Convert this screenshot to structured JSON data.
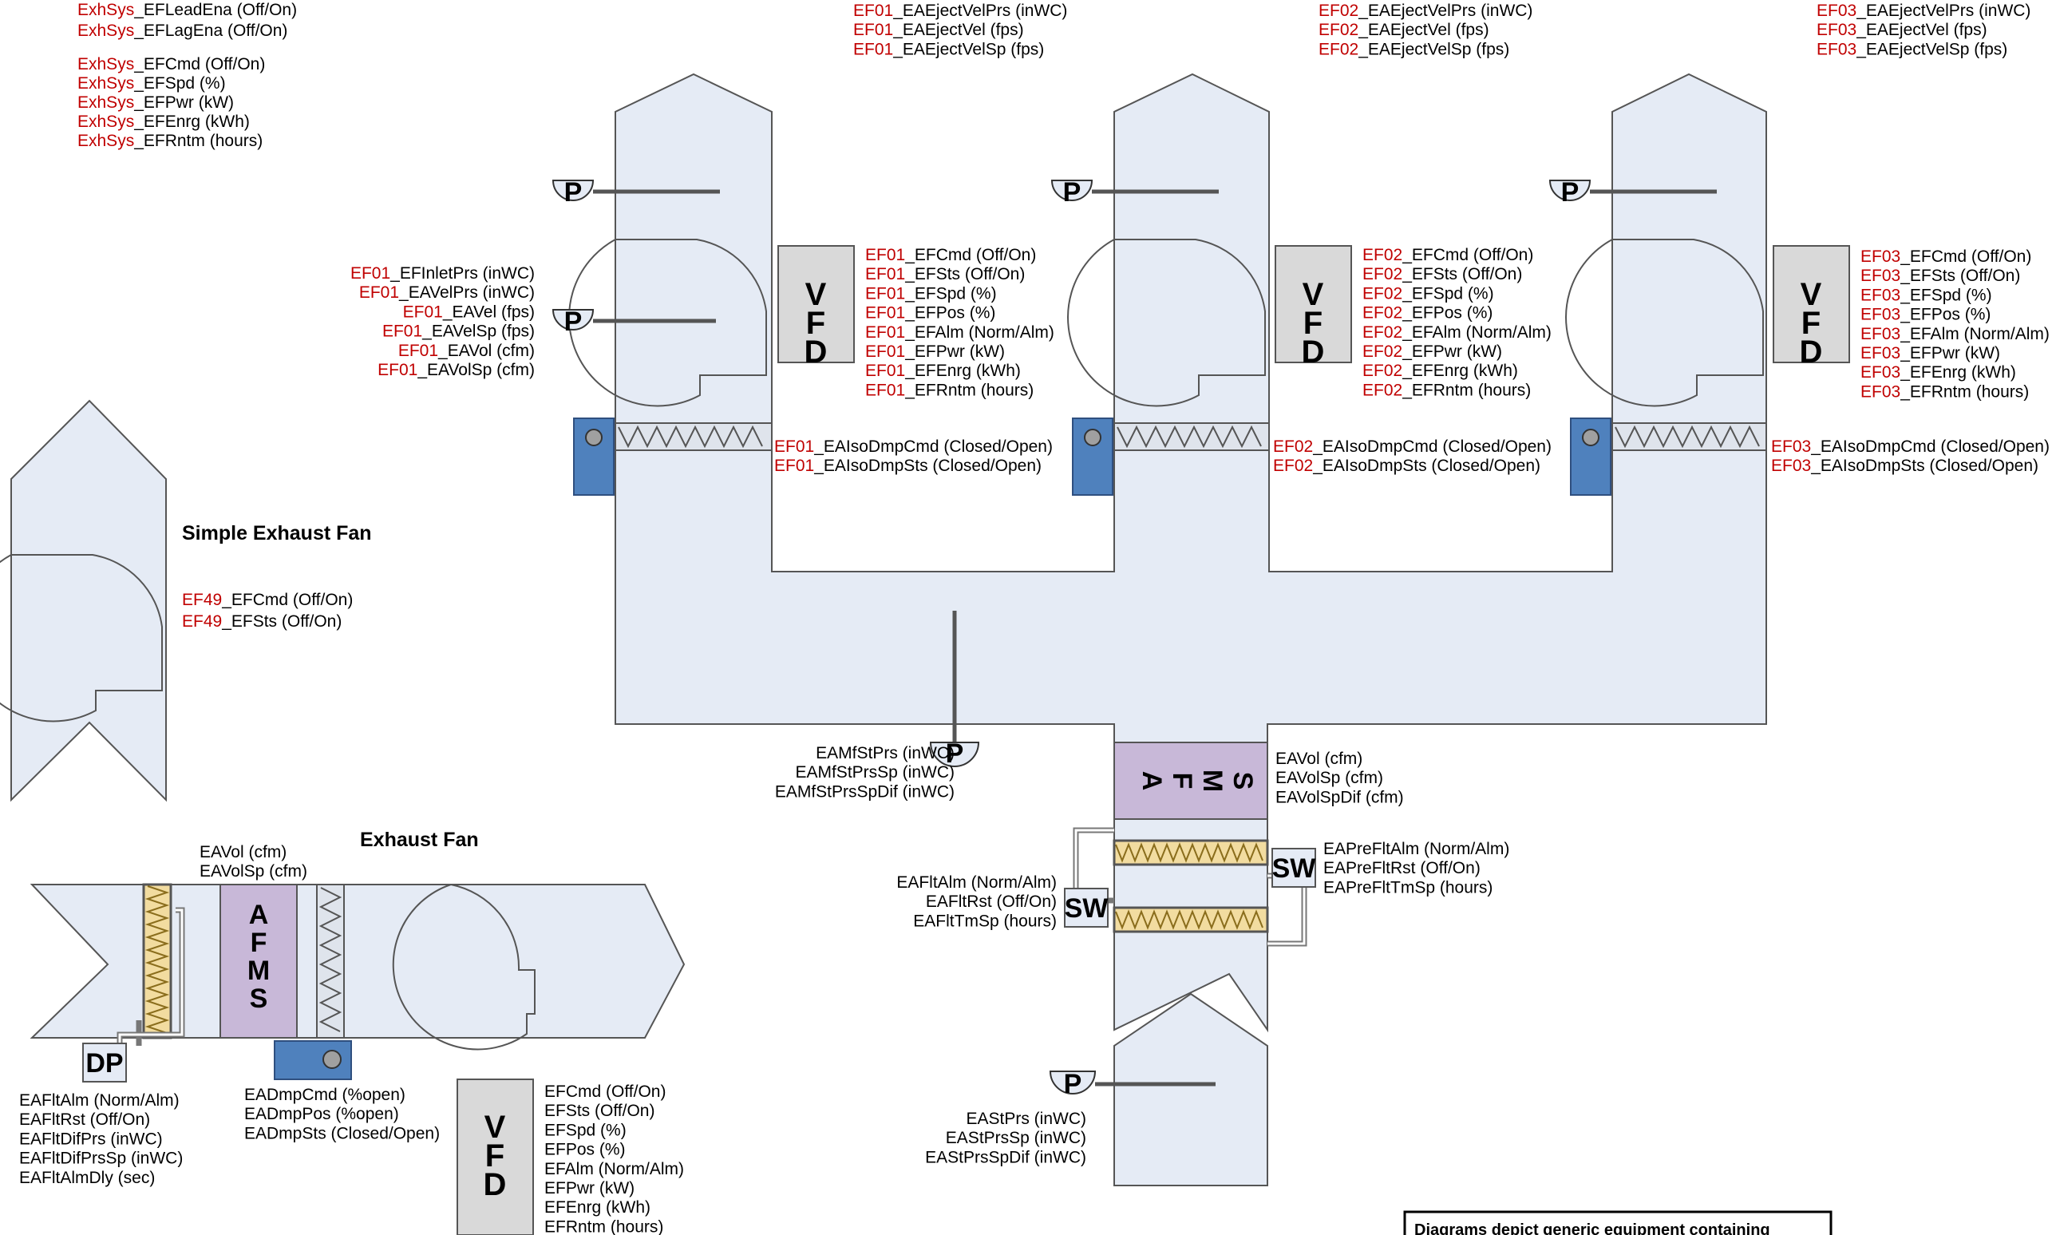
{
  "colors": {
    "duct_fill": "#e5ebf5",
    "point_prefix": "#c00000",
    "point_text": "#000000",
    "vfd_fill": "#d9d9d9",
    "afms_fill": "#c8b8d8",
    "damper_actuator": "#4f81bd",
    "filter_fill": "#f2dca0"
  },
  "header_points": [
    {
      "prefix": "ExhSys",
      "suffix": "_EFLeadEna (Off/On)"
    },
    {
      "prefix": "ExhSys",
      "suffix": "_EFLagEna (Off/On)"
    },
    {
      "prefix": "ExhSys",
      "suffix": "_EFCmd (Off/On)"
    },
    {
      "prefix": "ExhSys",
      "suffix": "_EFSpd (%)"
    },
    {
      "prefix": "ExhSys",
      "suffix": "_EFPwr (kW)"
    },
    {
      "prefix": "ExhSys",
      "suffix": "_EFEnrg (kWh)"
    },
    {
      "prefix": "ExhSys",
      "suffix": "_EFRntm (hours)"
    }
  ],
  "fans": [
    {
      "id": "EF01",
      "eject": [
        "_EAEjectVelPrs (inWC)",
        "_EAEjectVel (fps)",
        "_EAEjectVelSp (fps)"
      ],
      "inlet": [
        "_EFInletPrs (inWC)",
        "_EAVelPrs (inWC)",
        "_EAVel (fps)",
        "_EAVelSp (fps)",
        "_EAVol (cfm)",
        "_EAVolSp (cfm)"
      ],
      "vfd": [
        "_EFCmd (Off/On)",
        "_EFSts (Off/On)",
        "_EFSpd (%)",
        "_EFPos (%)",
        "_EFAlm (Norm/Alm)",
        "_EFPwr (kW)",
        "_EFEnrg (kWh)",
        "_EFRntm (hours)"
      ],
      "damper": [
        "_EAIsoDmpCmd (Closed/Open)",
        "_EAIsoDmpSts (Closed/Open)"
      ]
    },
    {
      "id": "EF02",
      "eject": [
        "_EAEjectVelPrs (inWC)",
        "_EAEjectVel (fps)",
        "_EAEjectVelSp (fps)"
      ],
      "inlet": [],
      "vfd": [
        "_EFCmd (Off/On)",
        "_EFSts (Off/On)",
        "_EFSpd (%)",
        "_EFPos (%)",
        "_EFAlm (Norm/Alm)",
        "_EFPwr (kW)",
        "_EFEnrg (kWh)",
        "_EFRntm (hours)"
      ],
      "damper": [
        "_EAIsoDmpCmd (Closed/Open)",
        "_EAIsoDmpSts (Closed/Open)"
      ]
    },
    {
      "id": "EF03",
      "eject": [
        "_EAEjectVelPrs (inWC)",
        "_EAEjectVel (fps)",
        "_EAEjectVelSp (fps)"
      ],
      "inlet": [],
      "vfd": [
        "_EFCmd (Off/On)",
        "_EFSts (Off/On)",
        "_EFSpd (%)",
        "_EFPos (%)",
        "_EFAlm (Norm/Alm)",
        "_EFPwr (kW)",
        "_EFEnrg (kWh)",
        "_EFRntm (hours)"
      ],
      "damper": [
        "_EAIsoDmpCmd (Closed/Open)",
        "_EAIsoDmpSts (Closed/Open)"
      ]
    }
  ],
  "simple_fan": {
    "title": "Simple Exhaust Fan",
    "id": "EF49",
    "points": [
      "_EFCmd (Off/On)",
      "_EFSts (Off/On)"
    ]
  },
  "exhaust_fan": {
    "title": "Exhaust Fan",
    "afms_points": [
      "EAVol (cfm)",
      "EAVolSp (cfm)"
    ],
    "filter_points": [
      "EAFltAlm (Norm/Alm)",
      "EAFltRst (Off/On)",
      "EAFltDifPrs (inWC)",
      "EAFltDifPrsSp (inWC)",
      "EAFltAlmDly (sec)"
    ],
    "damper_points": [
      "EADmpCmd (%open)",
      "EADmpPos (%open)",
      "EADmpSts (Closed/Open)"
    ],
    "vfd_points": [
      "EFCmd (Off/On)",
      "EFSts (Off/On)",
      "EFSpd (%)",
      "EFPos (%)",
      "EFAlm (Norm/Alm)",
      "EFPwr (kW)",
      "EFEnrg (kWh)",
      "EFRntm (hours)"
    ]
  },
  "plenum": {
    "static_points": [
      "EAMfStPrs (inWC)",
      "EAMfStPrsSp (inWC)",
      "EAMfStPrsSpDif (inWC)"
    ],
    "afms_points": [
      "EAVol (cfm)",
      "EAVolSp (cfm)",
      "EAVolSpDif (cfm)"
    ],
    "prefilter_points": [
      "EAPreFltAlm (Norm/Alm)",
      "EAPreFltRst (Off/On)",
      "EAPreFltTmSp (hours)"
    ],
    "filter_points": [
      "EAFltAlm (Norm/Alm)",
      "EAFltRst (Off/On)",
      "EAFltTmSp (hours)"
    ],
    "duct_static_points": [
      "EAStPrs (inWC)",
      "EAStPrsSp (inWC)",
      "EAStPrsSpDif (inWC)"
    ]
  },
  "symbols": {
    "pressure": "P",
    "switch": "SW",
    "diff_pressure": "DP",
    "vfd": [
      "V",
      "F",
      "D"
    ],
    "afms": [
      "A",
      "F",
      "M",
      "S"
    ]
  },
  "note": "Diagrams depict generic equipment containing"
}
